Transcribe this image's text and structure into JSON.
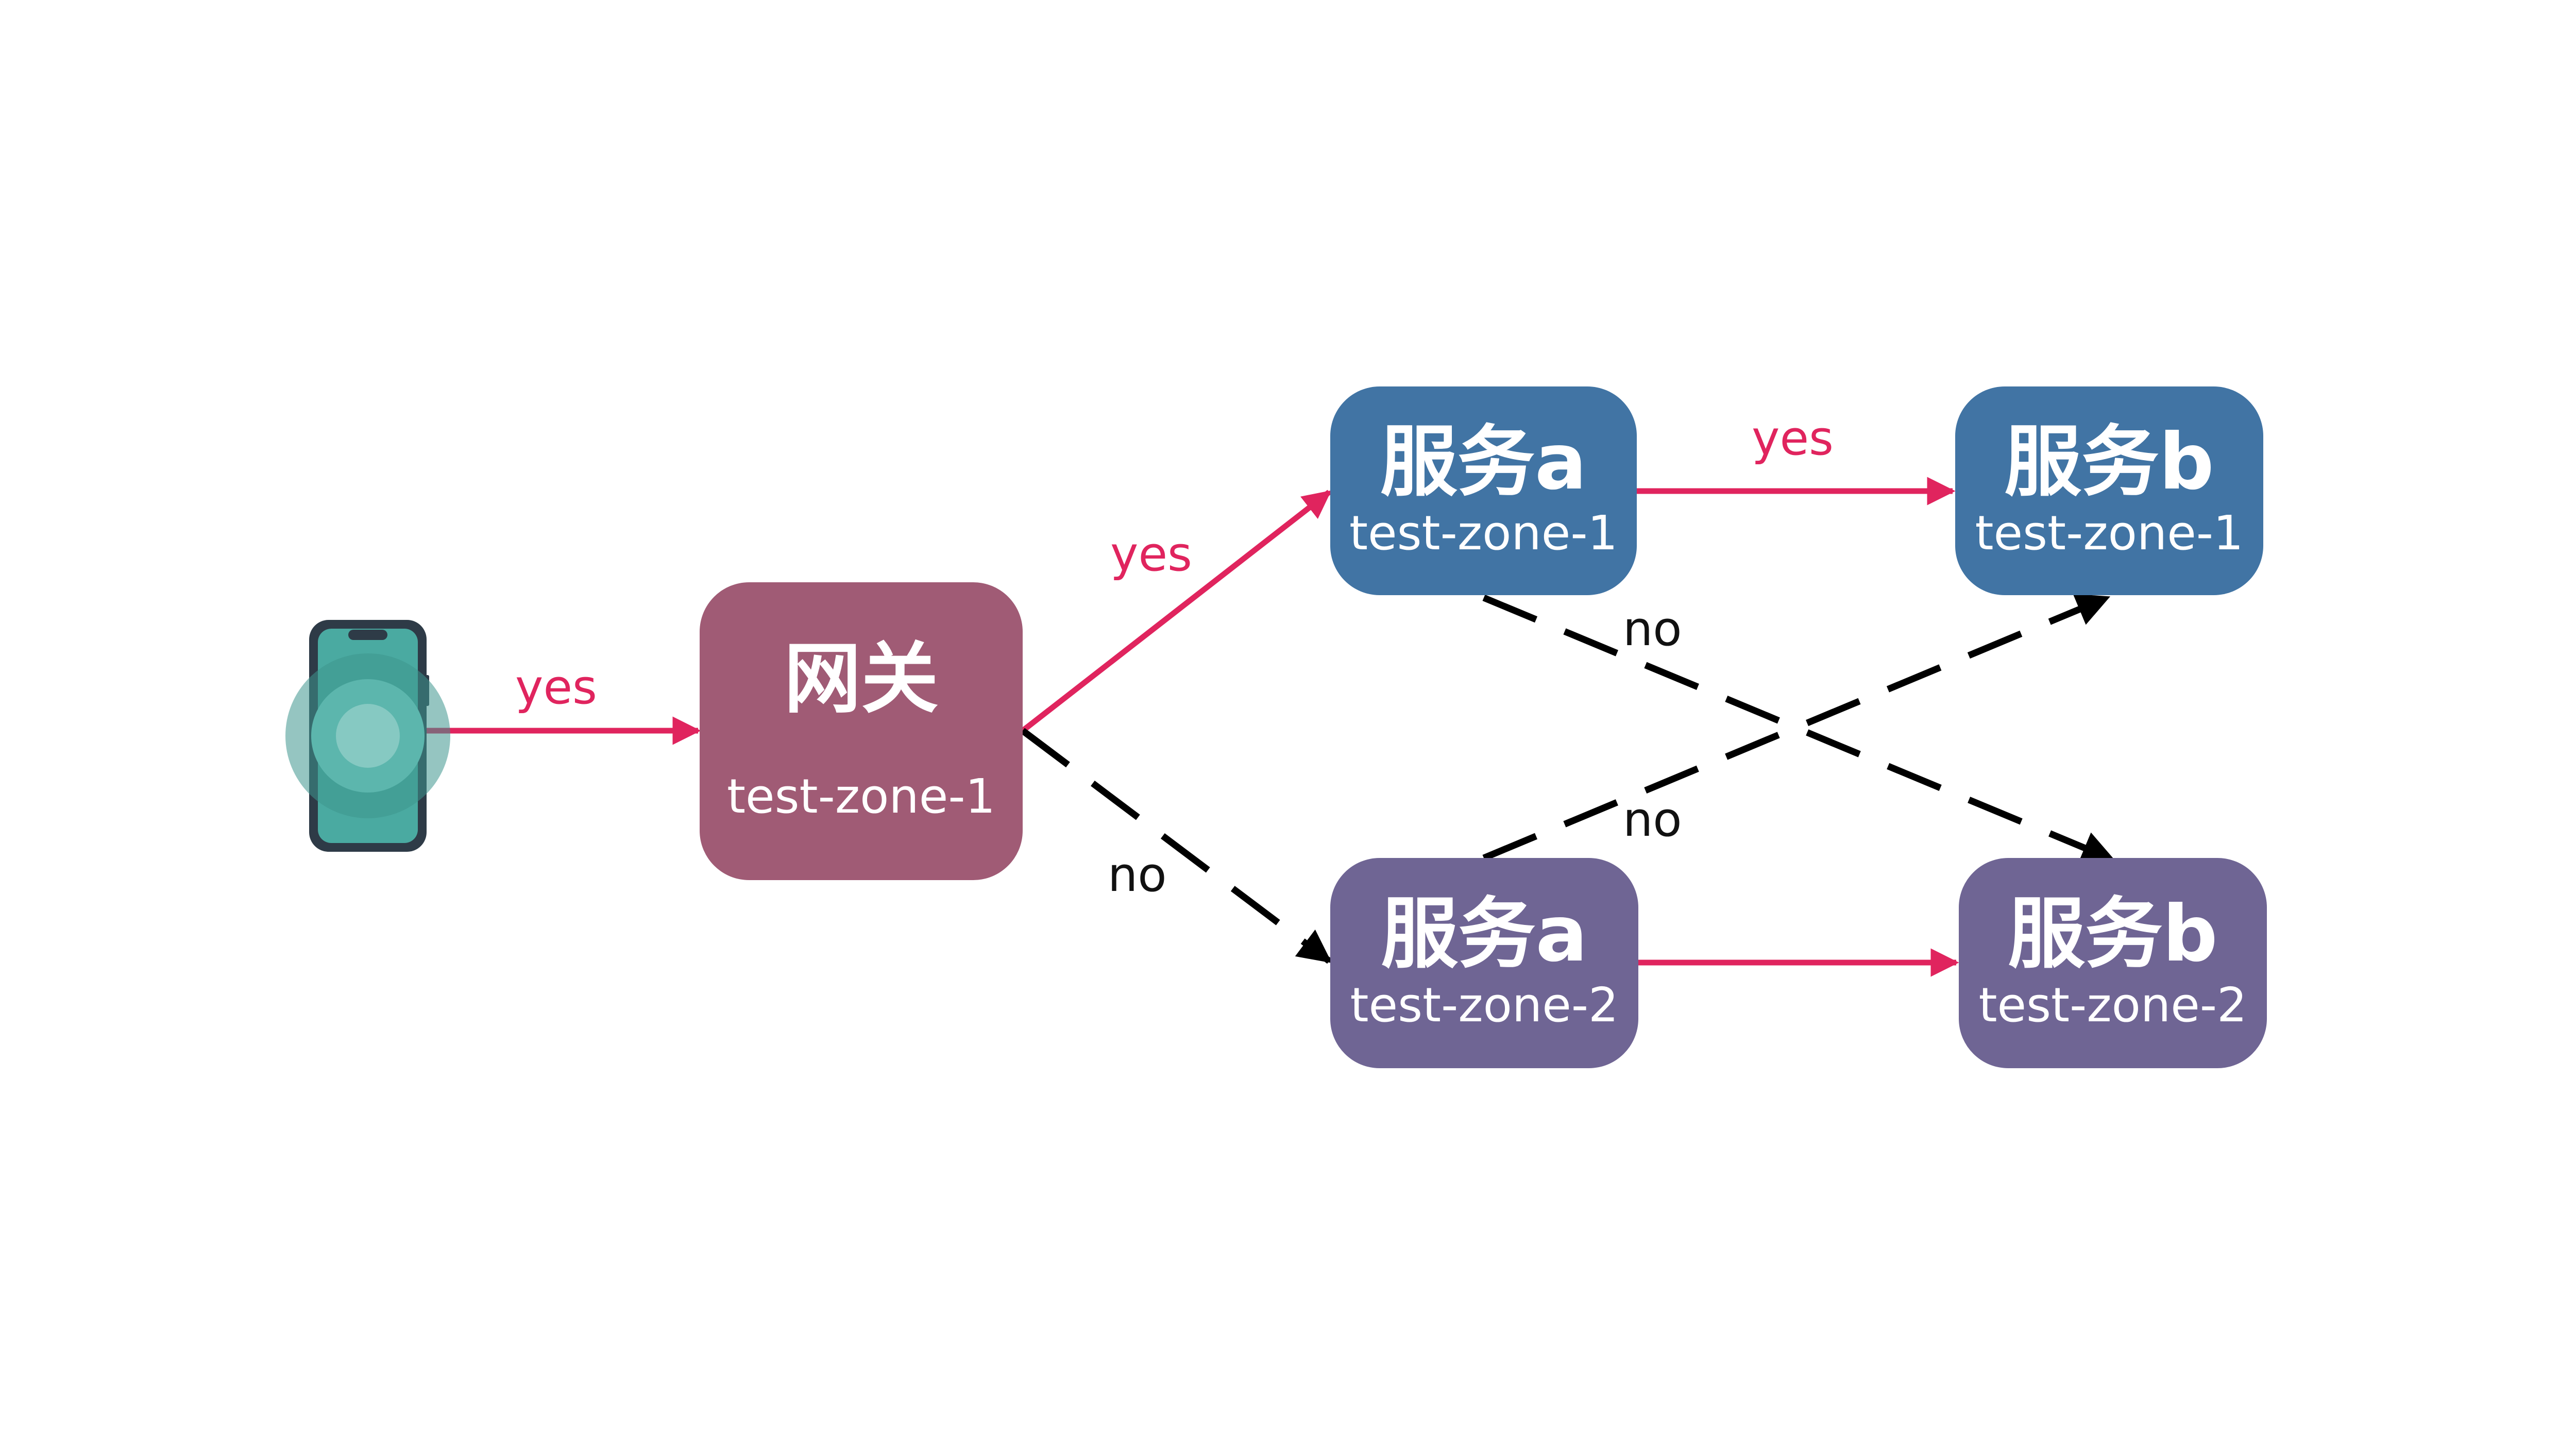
{
  "diagram": {
    "colors": {
      "yes_edge": "#e0245e",
      "no_edge": "#000000",
      "gateway": "#a05b75",
      "zone1": "#4174a4",
      "zone2": "#6f6594",
      "phone_body": "#2e3b47",
      "phone_screen": "#4aaaa1"
    },
    "client_icon": "smartphone-icon",
    "nodes": {
      "gateway": {
        "title": "网关",
        "zone": "test-zone-1"
      },
      "svc_a_zone1": {
        "title": "服务a",
        "zone": "test-zone-1"
      },
      "svc_b_zone1": {
        "title": "服务b",
        "zone": "test-zone-1"
      },
      "svc_a_zone2": {
        "title": "服务a",
        "zone": "test-zone-2"
      },
      "svc_b_zone2": {
        "title": "服务b",
        "zone": "test-zone-2"
      }
    },
    "edges": {
      "phone_to_gateway": {
        "label": "yes",
        "style": "solid"
      },
      "gateway_to_a1": {
        "label": "yes",
        "style": "solid"
      },
      "gateway_to_a2": {
        "label": "no",
        "style": "dashed"
      },
      "a1_to_b1": {
        "label": "yes",
        "style": "solid"
      },
      "a1_to_b2": {
        "label": "no",
        "style": "dashed"
      },
      "a2_to_b1": {
        "label": "no",
        "style": "dashed"
      },
      "a2_to_b2": {
        "label": "",
        "style": "solid"
      }
    }
  }
}
